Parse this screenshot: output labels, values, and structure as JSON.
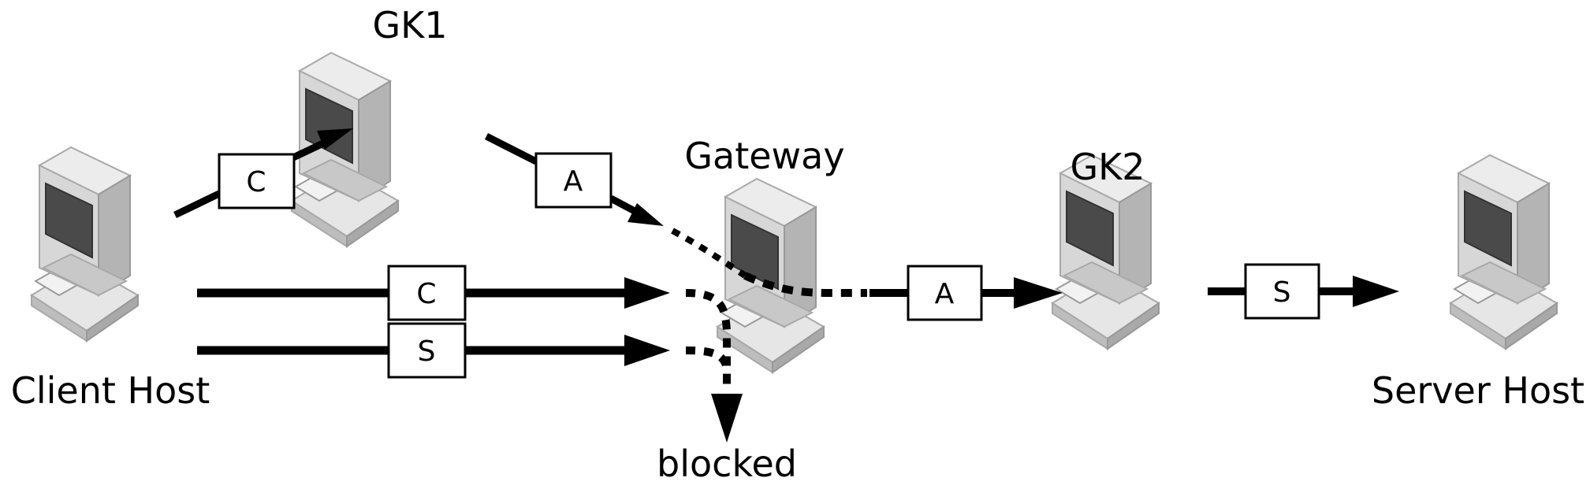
{
  "nodes": {
    "client": {
      "label": "Client Host"
    },
    "gk1": {
      "label": "GK1"
    },
    "gateway": {
      "label": "Gateway"
    },
    "gk2": {
      "label": "GK2"
    },
    "server": {
      "label": "Server Host"
    }
  },
  "packets": {
    "client_to_gk1": "C",
    "gk1_to_gateway": "A",
    "client_c_direct": "C",
    "client_s_direct": "S",
    "gateway_to_gk2": "A",
    "gk2_to_server": "S"
  },
  "blocked_label": "blocked",
  "colors": {
    "ink": "#000000",
    "screen": "#4a4a4a",
    "body_light": "#e6e6e6",
    "body_mid": "#cfcfcf",
    "body_dark": "#a9a9a9"
  }
}
